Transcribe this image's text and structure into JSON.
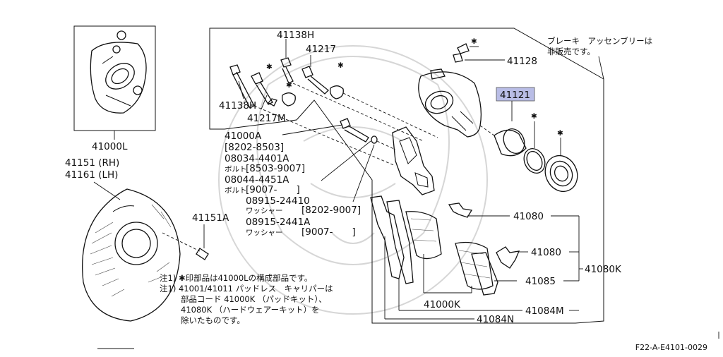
{
  "callouts": {
    "pn_41000L": "41000L",
    "pn_41138H_a": "41138H",
    "pn_41217_a": "41217",
    "pn_41138H_b": "41138H",
    "pn_41217M": "41217M",
    "pn_41128": "41128",
    "pn_41121": "41121",
    "pn_41000A": "41000A",
    "code_8202_8503": "[8202-8503]",
    "pn_08034_4401A": "08034-4401A",
    "sub_bolt_1": "ボルト",
    "code_8503_9007": "[8503-9007]",
    "pn_08044_4451A": "08044-4451A",
    "sub_bolt_2": "ボルト",
    "code_9007_a": "[9007-　　]",
    "pn_08915_24410": "08915-24410",
    "sub_washer_1": "ワッシャー",
    "code_8202_9007": "[8202-9007]",
    "pn_08915_2441A": "08915-2441A",
    "sub_washer_2": "ワッシャー",
    "code_9007_b": "[9007-　　]",
    "pn_41151_rh": "41151 (RH)",
    "pn_41161_lh": "41161 (LH)",
    "pn_41151A": "41151A",
    "pn_41080_a": "41080",
    "pn_41080_b": "41080",
    "pn_41085": "41085",
    "pn_41080K": "41080K",
    "pn_41000K": "41000K",
    "pn_41084M": "41084M",
    "pn_41084N": "41084N"
  },
  "asterisk": "✱",
  "assembly_note": {
    "line1": "ブレーキ　アッセンブリーは",
    "line2": "非販売です。"
  },
  "footnotes": {
    "n1": "注1) ✱印部品は41000Lの構成部品です。",
    "n2_l1": "注1) 41001/41011 パッドレス　キャリパーは",
    "n2_l2": "部品コード 41000K （パッドキット）、",
    "n2_l3": "41080K （ハードウェアーキット）を",
    "n2_l4": "除いたものです。"
  },
  "figure_code": "F22-A-E4101-0029",
  "colors": {
    "highlight": "#b9bde6",
    "line": "#111111",
    "watermark": "#d6d6d6"
  }
}
